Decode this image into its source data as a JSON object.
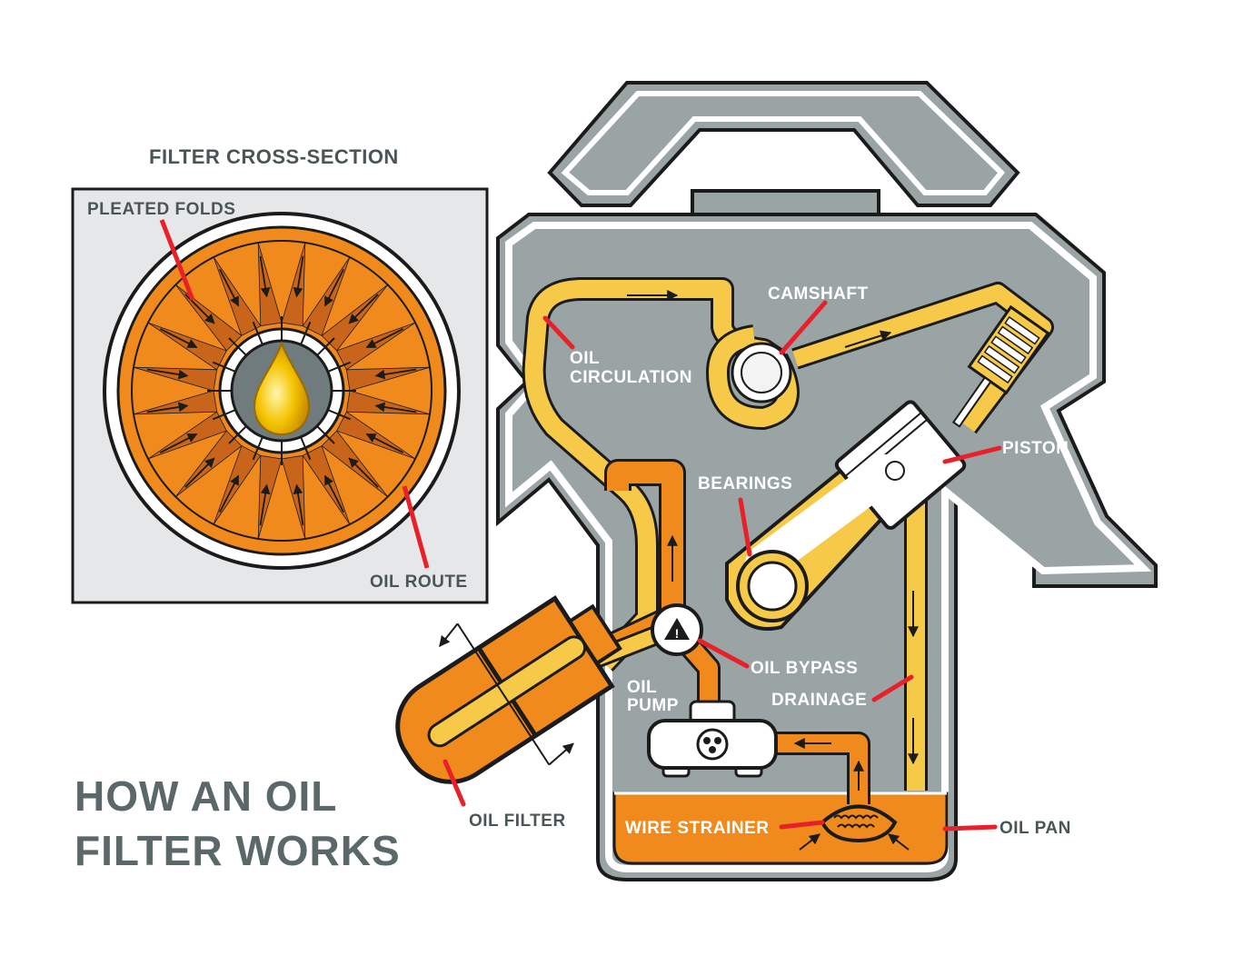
{
  "colors": {
    "engine_gray": "#9aa4a4",
    "outline": "#1b1b1b",
    "oil_yellow": "#f7c948",
    "oil_orange": "#f08a1c",
    "pointer_red": "#e8202a",
    "text_gray": "#4a5556"
  },
  "inset": {
    "title": "FILTER CROSS-SECTION",
    "pleated_folds_label": "PLEATED FOLDS",
    "oil_route_label": "OIL ROUTE"
  },
  "title": {
    "line1": "HOW AN OIL",
    "line2": "FILTER WORKS"
  },
  "labels": {
    "camshaft": "CAMSHAFT",
    "oil_circulation_1": "OIL",
    "oil_circulation_2": "CIRCULATION",
    "piston": "PISTON",
    "bearings": "BEARINGS",
    "oil_bypass": "OIL BYPASS",
    "oil_pump_1": "OIL",
    "oil_pump_2": "PUMP",
    "drainage": "DRAINAGE",
    "oil_filter": "OIL FILTER",
    "wire_strainer": "WIRE STRAINER",
    "oil_pan": "OIL PAN"
  },
  "icons": {
    "oil_drop": "oil-drop-icon",
    "bypass_valve": "warning-triangle-icon",
    "pump": "pump-rotor-icon",
    "strainer": "strainer-mesh-icon"
  }
}
